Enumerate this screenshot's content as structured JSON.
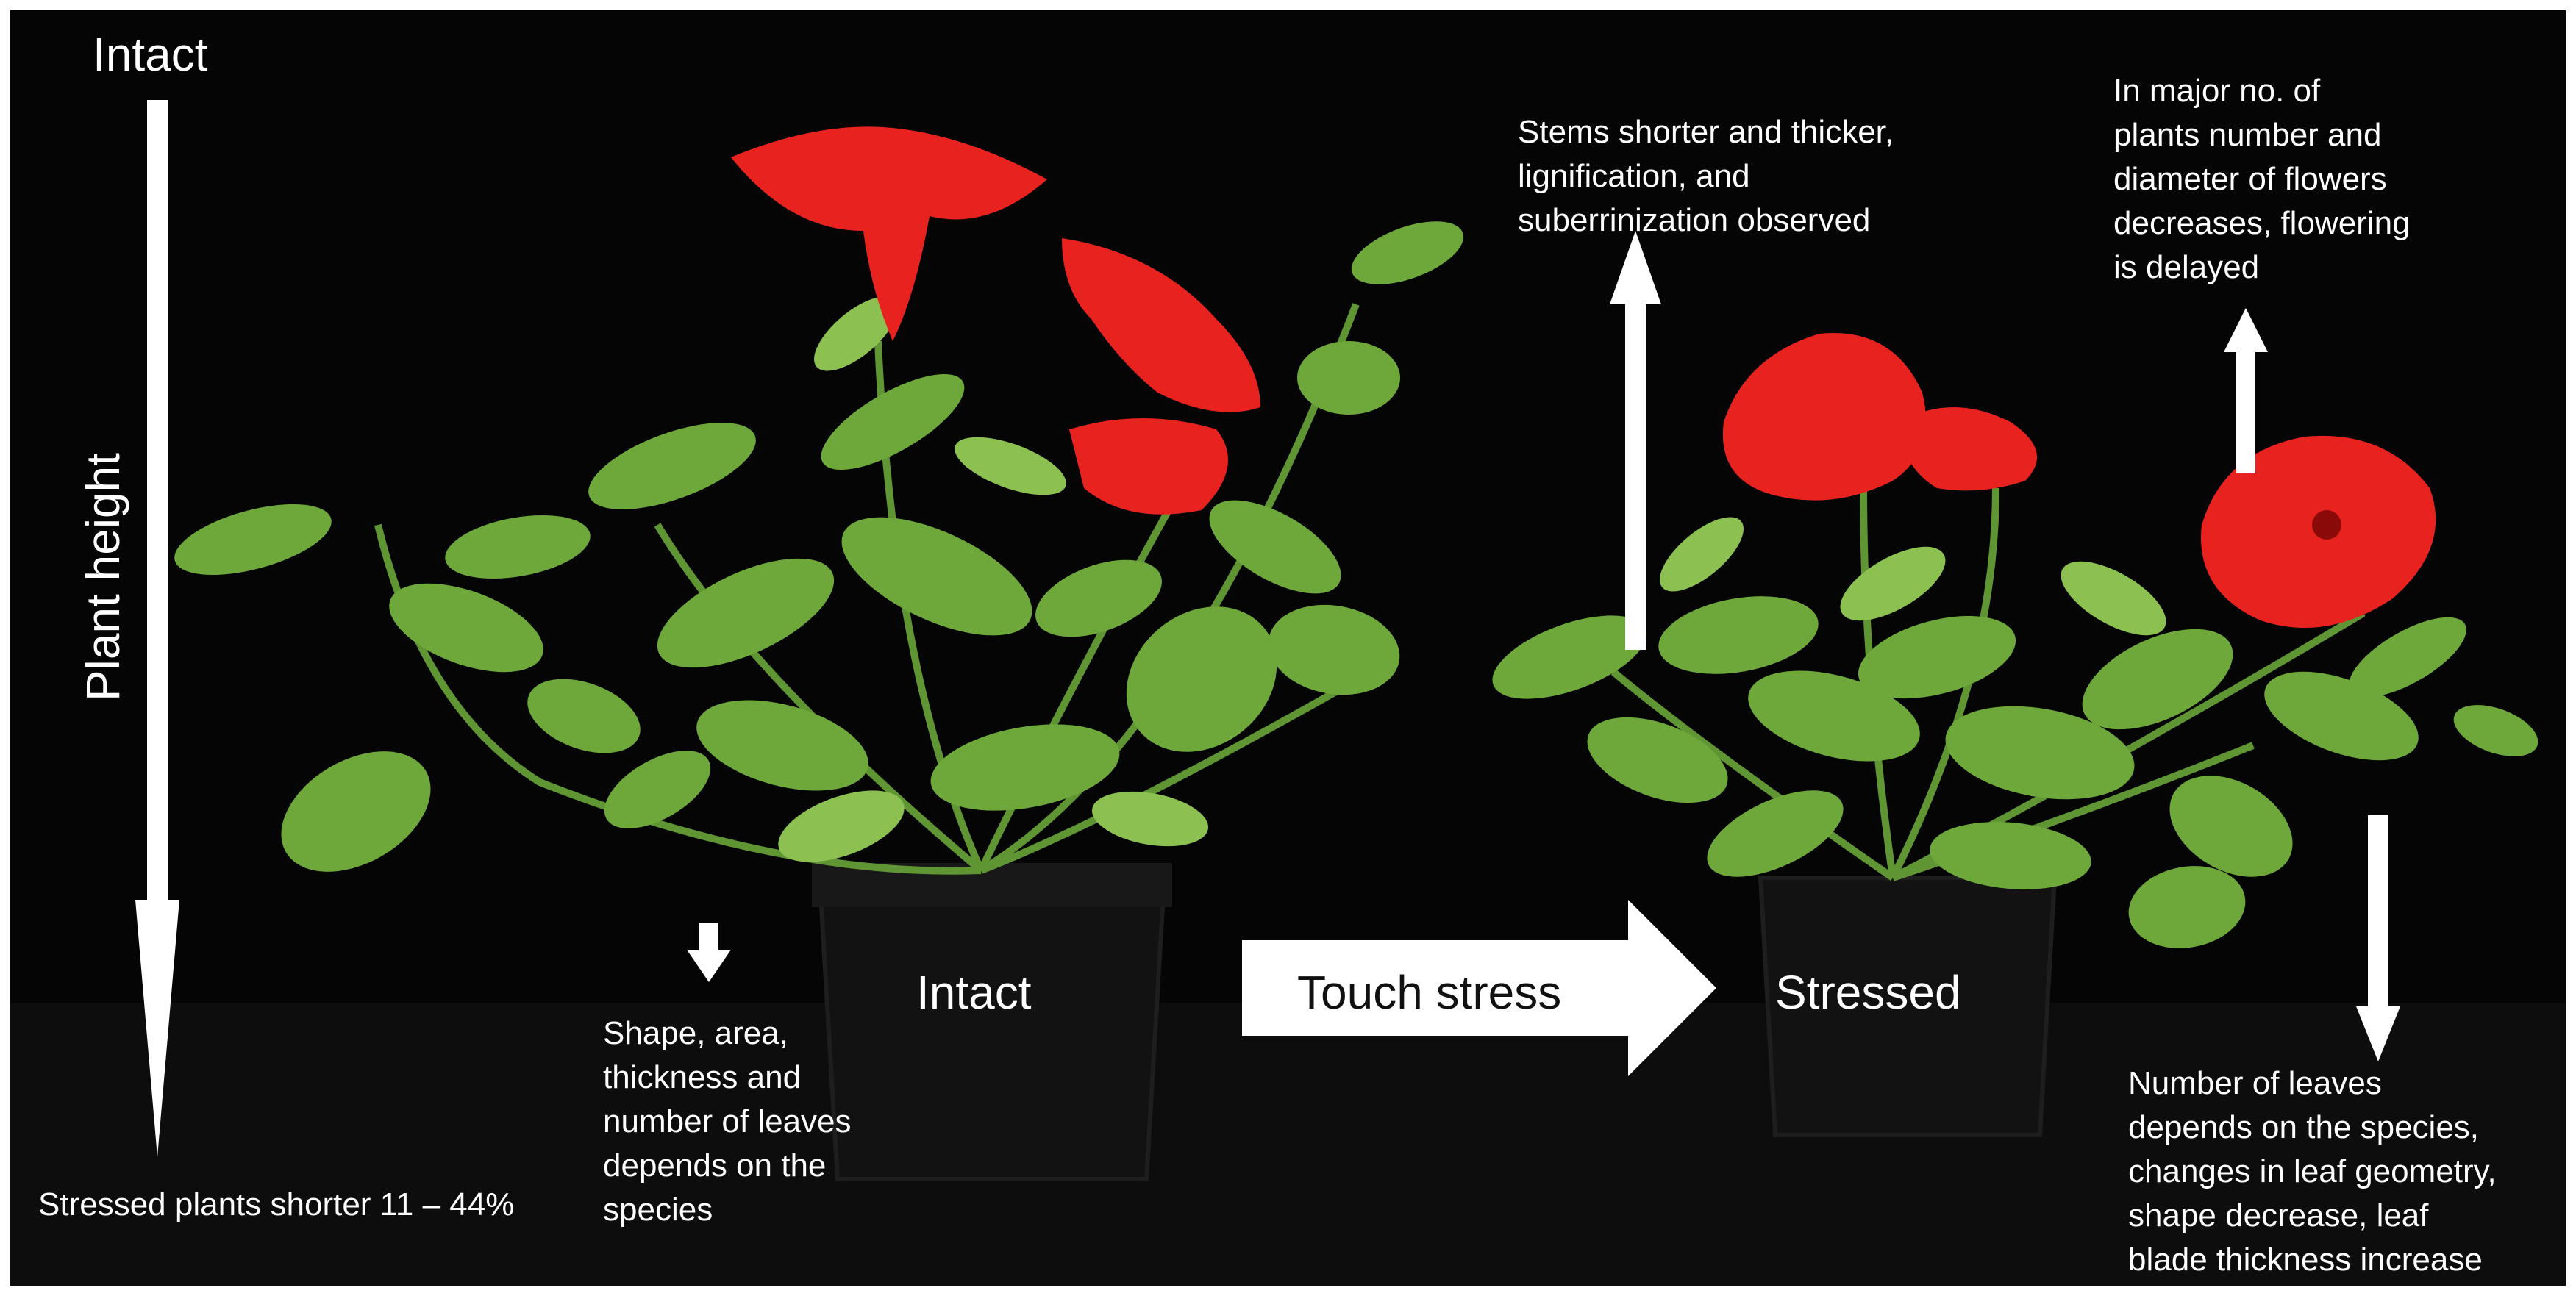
{
  "labels": {
    "intact_top": "Intact",
    "plant_height": "Plant height",
    "shorter": "Stressed plants shorter 11 – 44%",
    "leaf_left": "Shape, area,\nthickness and\nnumber of leaves\ndepends on the\nspecies",
    "intact_pot": "Intact",
    "touch_stress": "Touch stress",
    "stressed": "Stressed",
    "stems": "Stems shorter and thicker,\nlignification, and\nsuberrinization observed",
    "flowers": "In major no. of\nplants number and\ndiameter of flowers\ndecreases, flowering\nis delayed",
    "leaves_right": "Number of leaves\ndepends on the species,\nchanges in leaf geometry,\nshape decrease, leaf\nblade thickness increase"
  },
  "colors": {
    "background": "#050505",
    "leaf": "#6fa83a",
    "leaf_light": "#8cc152",
    "flower": "#e8231f",
    "pot": "#111111",
    "arrow": "#ffffff"
  }
}
